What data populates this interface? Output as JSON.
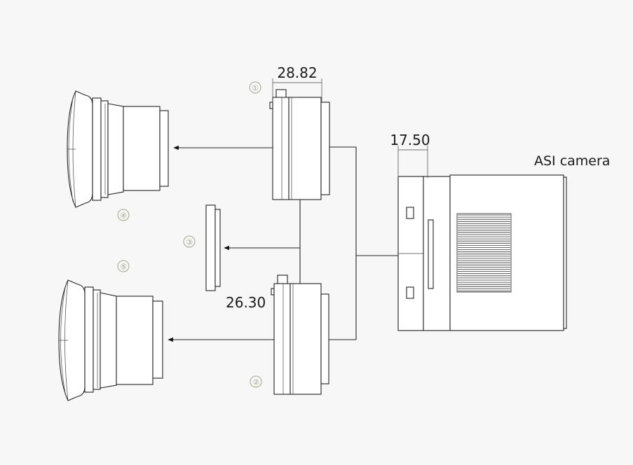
{
  "labels": {
    "camera": "ASI camera",
    "dim_top": "28.82",
    "dim_camera": "17.50",
    "dim_bottom": "26.30"
  },
  "callouts": [
    "①",
    "②",
    "③",
    "④",
    "⑤"
  ],
  "colors": {
    "background": "#f7f7f7",
    "line": "#222222",
    "callout": "#9fa88f"
  }
}
